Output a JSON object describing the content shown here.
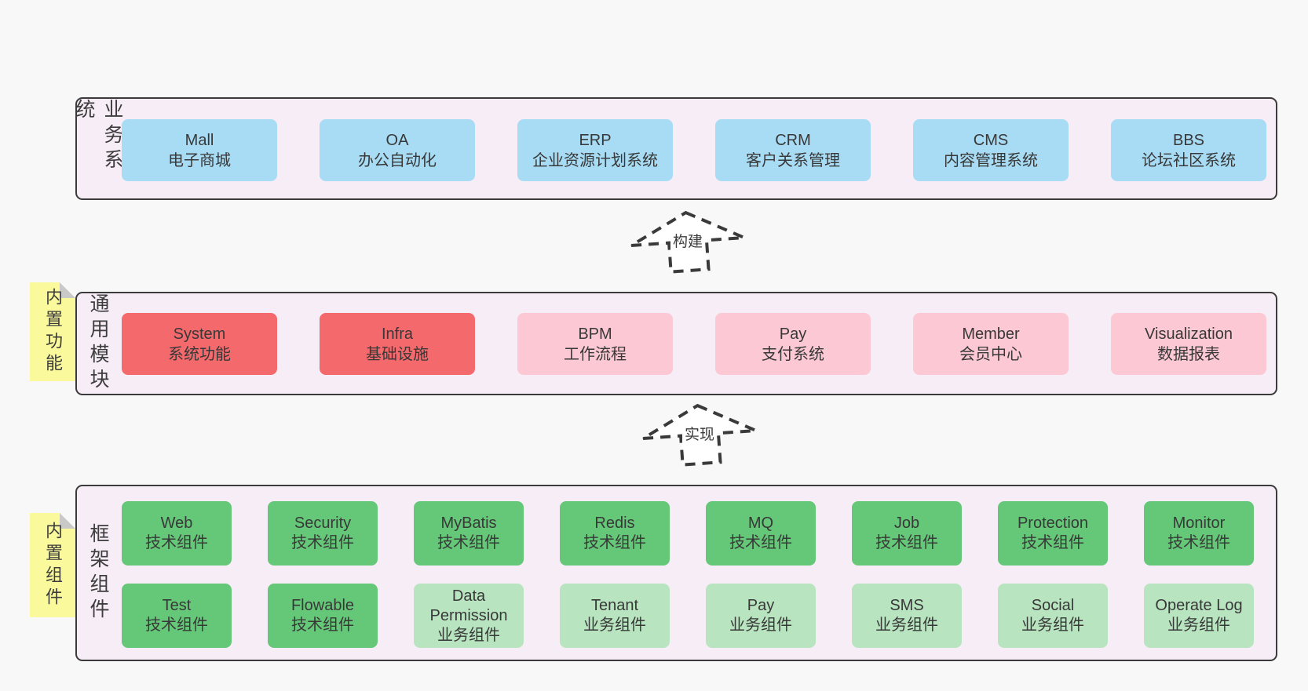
{
  "colors": {
    "page_bg": "#f8f8f8",
    "panel_bg": "#f7edf6",
    "panel_border": "#3b3b3b",
    "blue": "#a8dcf5",
    "red": "#f4696c",
    "pink": "#fbc8d3",
    "green": "#65c878",
    "green_light": "#b8e5c0",
    "sticky_yellow": "#fafa9c",
    "text": "#3d3d3d"
  },
  "arrows": [
    {
      "label": "构建"
    },
    {
      "label": "实现"
    }
  ],
  "layers": [
    {
      "label": "业务系统",
      "items": [
        {
          "title": "Mall",
          "subtitle": "电子商城",
          "variant": "blue"
        },
        {
          "title": "OA",
          "subtitle": "办公自动化",
          "variant": "blue"
        },
        {
          "title": "ERP",
          "subtitle": "企业资源计划系统",
          "variant": "blue"
        },
        {
          "title": "CRM",
          "subtitle": "客户关系管理",
          "variant": "blue"
        },
        {
          "title": "CMS",
          "subtitle": "内容管理系统",
          "variant": "blue"
        },
        {
          "title": "BBS",
          "subtitle": "论坛社区系统",
          "variant": "blue"
        }
      ]
    },
    {
      "label": "通用模块",
      "sticky": "内置功能",
      "items": [
        {
          "title": "System",
          "subtitle": "系统功能",
          "variant": "red"
        },
        {
          "title": "Infra",
          "subtitle": "基础设施",
          "variant": "red"
        },
        {
          "title": "BPM",
          "subtitle": "工作流程",
          "variant": "pink"
        },
        {
          "title": "Pay",
          "subtitle": "支付系统",
          "variant": "pink"
        },
        {
          "title": "Member",
          "subtitle": "会员中心",
          "variant": "pink"
        },
        {
          "title": "Visualization",
          "subtitle": "数据报表",
          "variant": "pink"
        }
      ]
    },
    {
      "label": "框架组件",
      "sticky": "内置组件",
      "items": [
        {
          "title": "Web",
          "subtitle": "技术组件",
          "variant": "green"
        },
        {
          "title": "Security",
          "subtitle": "技术组件",
          "variant": "green"
        },
        {
          "title": "MyBatis",
          "subtitle": "技术组件",
          "variant": "green"
        },
        {
          "title": "Redis",
          "subtitle": "技术组件",
          "variant": "green"
        },
        {
          "title": "MQ",
          "subtitle": "技术组件",
          "variant": "green"
        },
        {
          "title": "Job",
          "subtitle": "技术组件",
          "variant": "green"
        },
        {
          "title": "Protection",
          "subtitle": "技术组件",
          "variant": "green"
        },
        {
          "title": "Monitor",
          "subtitle": "技术组件",
          "variant": "green"
        },
        {
          "title": "Test",
          "subtitle": "技术组件",
          "variant": "green"
        },
        {
          "title": "Flowable",
          "subtitle": "技术组件",
          "variant": "green"
        },
        {
          "title": "Data Permission",
          "subtitle": "业务组件",
          "variant": "green-light"
        },
        {
          "title": "Tenant",
          "subtitle": "业务组件",
          "variant": "green-light"
        },
        {
          "title": "Pay",
          "subtitle": "业务组件",
          "variant": "green-light"
        },
        {
          "title": "SMS",
          "subtitle": "业务组件",
          "variant": "green-light"
        },
        {
          "title": "Social",
          "subtitle": "业务组件",
          "variant": "green-light"
        },
        {
          "title": "Operate Log",
          "subtitle": "业务组件",
          "variant": "green-light"
        }
      ]
    }
  ]
}
